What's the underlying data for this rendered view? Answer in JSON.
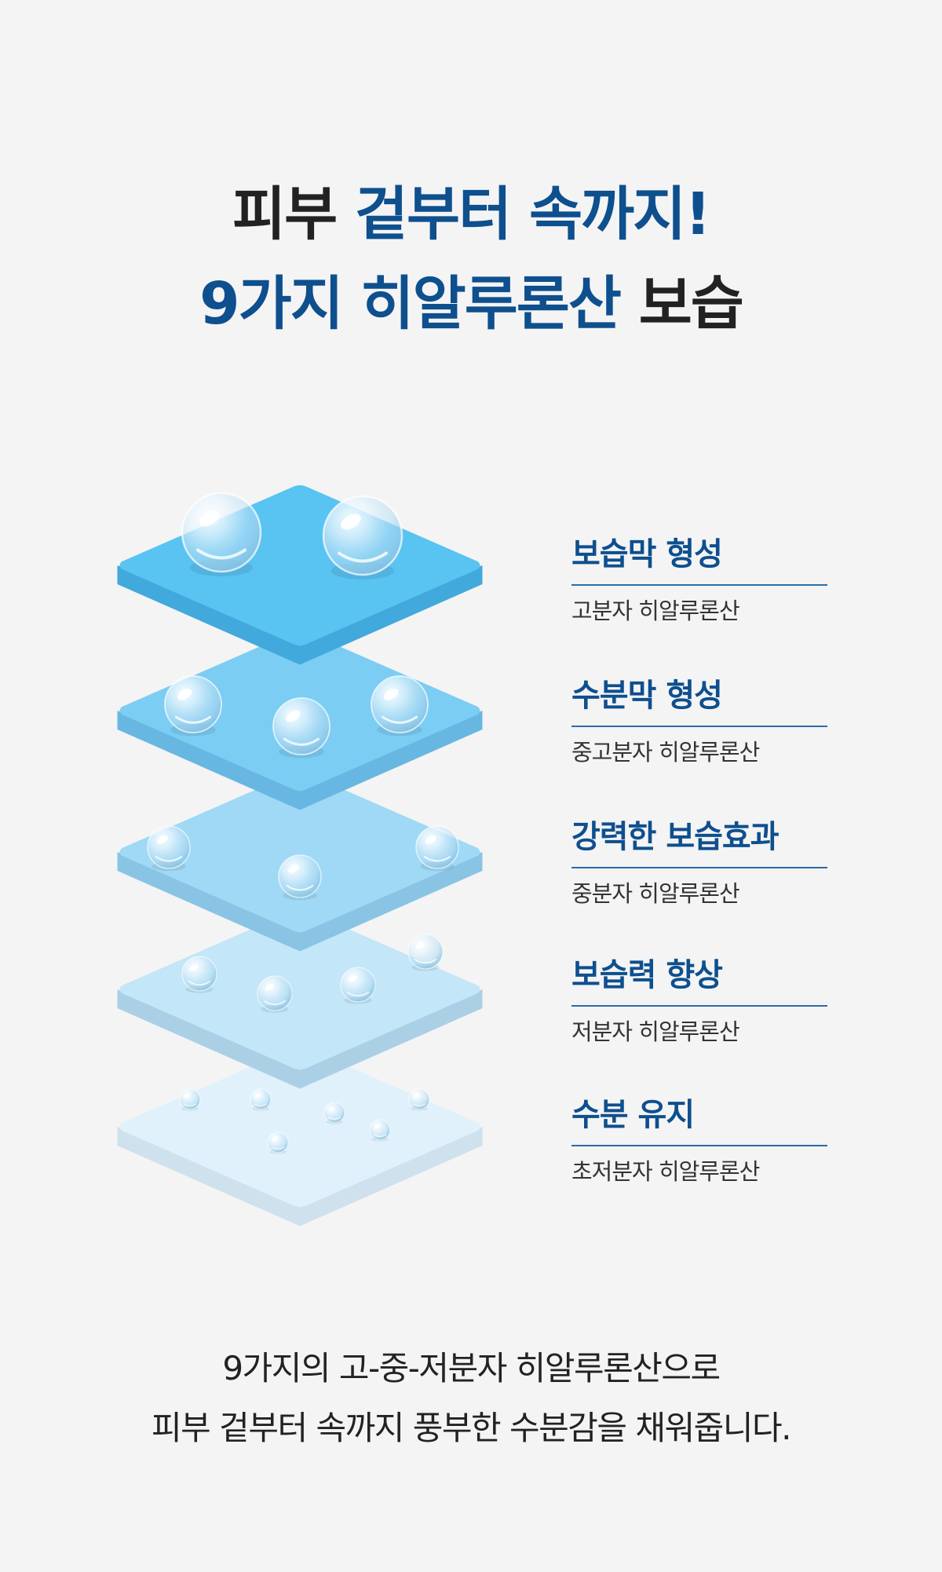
{
  "headline": {
    "line1_dark": "피부 ",
    "line1_blue": "겉부터 속까지!",
    "line2_blue": "9가지 히알루론산",
    "line2_dark": " 보습"
  },
  "layers": [
    {
      "title": "보습막 형성",
      "subtitle": "고분자 히알루론산"
    },
    {
      "title": "수분막 형성",
      "subtitle": "중고분자 히알루론산"
    },
    {
      "title": "강력한 보습효과",
      "subtitle": "중분자 히알루론산"
    },
    {
      "title": "보습력 향상",
      "subtitle": "저분자 히알루론산"
    },
    {
      "title": "수분 유지",
      "subtitle": "초저분자 히알루론산"
    }
  ],
  "footer": {
    "line1": "9가지의 고-중-저분자 히알루론산으로",
    "line2": "피부 겉부터 속까지 풍부한 수분감을 채워줍니다."
  },
  "colors": {
    "headline_blue": "#0e4f8e",
    "headline_dark": "#222222",
    "label_line": "#2b6ca8",
    "layer_tops": [
      "#59c3f2",
      "#7ccdf3",
      "#9fd9f6",
      "#c3e6f8",
      "#e0f1fb"
    ],
    "layer_sides": [
      "#41a9dc",
      "#68b7e2",
      "#8ac4e4",
      "#abd0e6",
      "#cfe1ec"
    ]
  },
  "icons": [
    "water-droplet-icon"
  ]
}
